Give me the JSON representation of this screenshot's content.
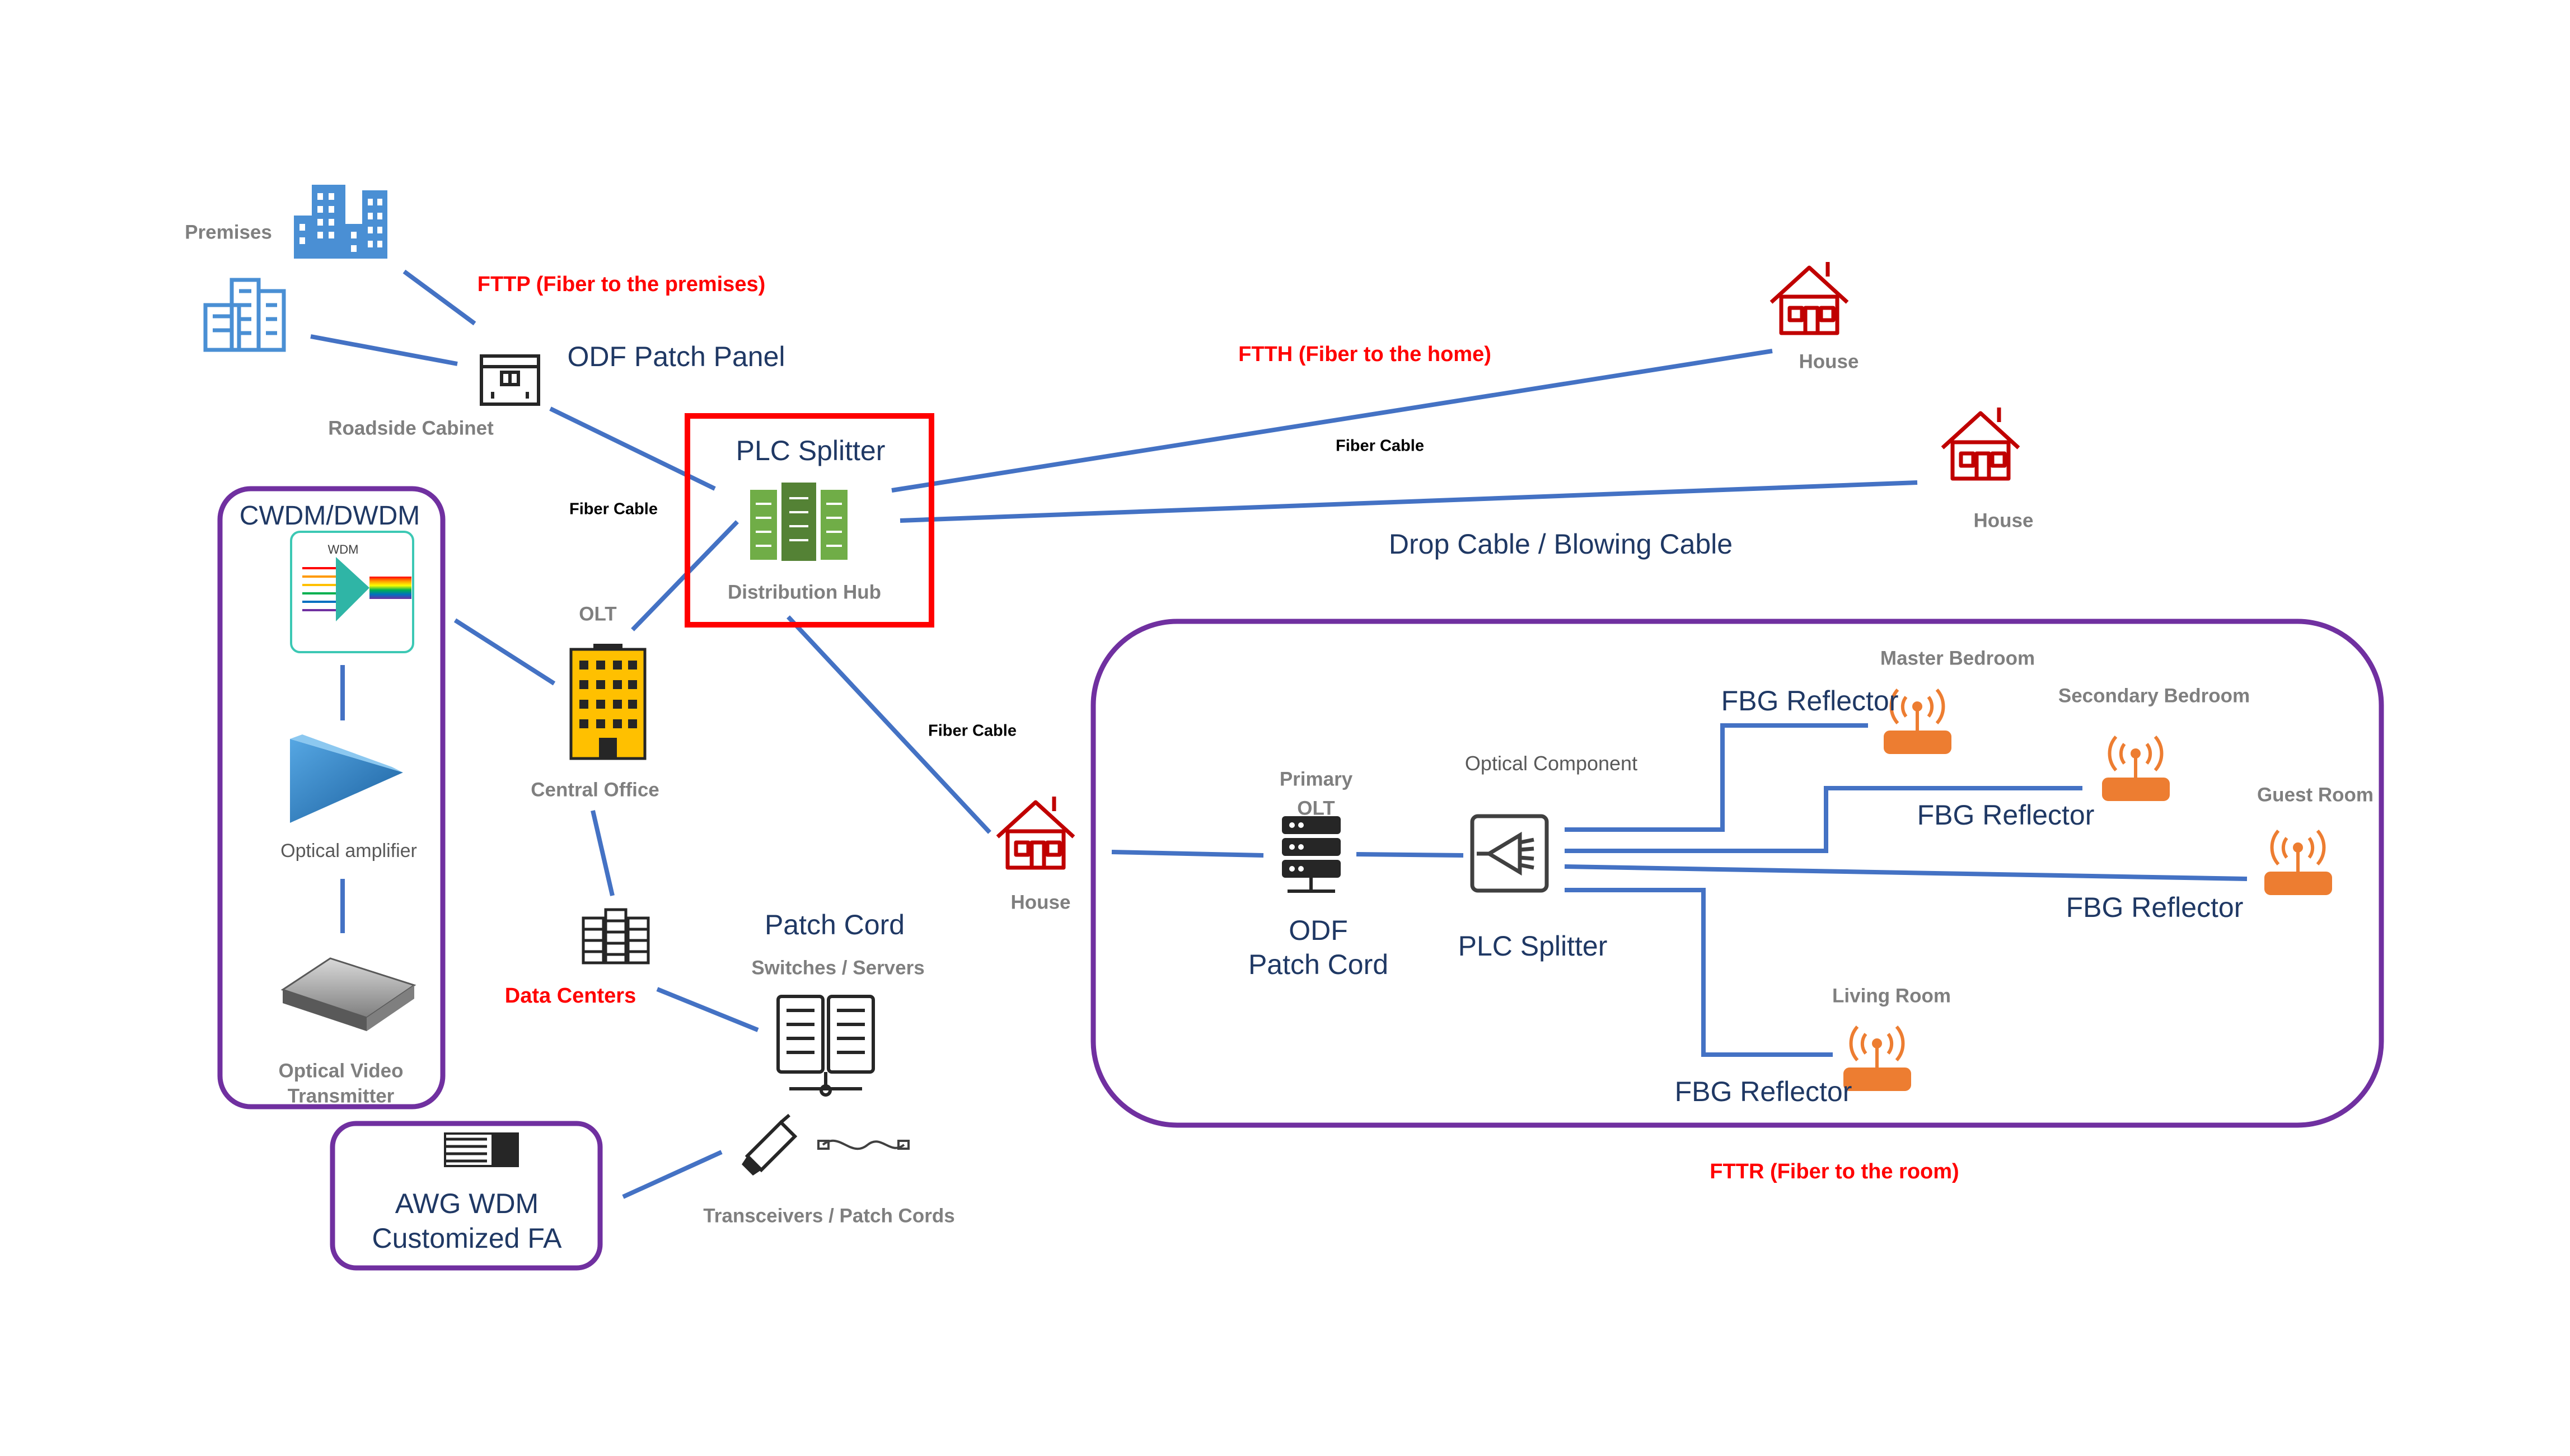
{
  "labels": {
    "premises": "Premises",
    "fttp": "FTTP (Fiber to the premises)",
    "odf_patch_panel": "ODF Patch Panel",
    "roadside_cabinet": "Roadside Cabinet",
    "plc_splitter_top": "PLC Splitter",
    "distribution_hub": "Distribution Hub",
    "fiber_cable_left": "Fiber Cable",
    "fiber_cable_top": "Fiber Cable",
    "fiber_cable_mid": "Fiber Cable",
    "ftth": "FTTH (Fiber to the home)",
    "house_1": "House",
    "house_2": "House",
    "house_3": "House",
    "drop_cable": "Drop Cable / Blowing Cable",
    "cwdm_dwdm": "CWDM/DWDM",
    "wdm": "WDM",
    "optical_amplifier": "Optical amplifier",
    "optical_video_transmitter_1": "Optical Video",
    "optical_video_transmitter_2": "Transmitter",
    "olt": "OLT",
    "central_office": "Central Office",
    "data_centers": "Data Centers",
    "patch_cord": "Patch Cord",
    "switches_servers": "Switches / Servers",
    "transceivers": "Transceivers / Patch Cords",
    "awg_1": "AWG WDM",
    "awg_2": "Customized FA",
    "primary": "Primary",
    "primary_olt": "OLT",
    "odf_1": "ODF",
    "odf_2": "Patch Cord",
    "optical_component": "Optical Component",
    "plc_splitter_room": "PLC Splitter",
    "master_bedroom": "Master Bedroom",
    "secondary_bedroom": "Secondary Bedroom",
    "guest_room": "Guest Room",
    "living_room": "Living Room",
    "fbg_1": "FBG Reflector",
    "fbg_2": "FBG Reflector",
    "fbg_3": "FBG Reflector",
    "fbg_4": "FBG Reflector",
    "fttr": "FTTR (Fiber to the room)"
  },
  "colors": {
    "link": "#4472c4",
    "group_border": "#7030a0",
    "highlight": "#ff0000",
    "building_blue": "#2e75b6",
    "house_red": "#c00000",
    "hub_green": "#548235",
    "office_yellow": "#ffc000",
    "router_orange": "#ed7d31",
    "label_gray": "#7f7f7f",
    "label_red": "#ff0000",
    "label_navy": "#1f3864"
  }
}
